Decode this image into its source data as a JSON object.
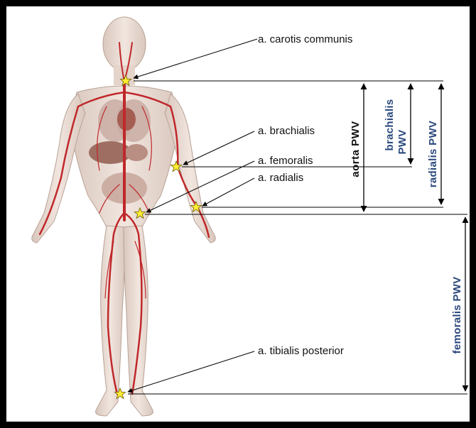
{
  "labels": {
    "carotis": "a. carotis communis",
    "brachialis": "a. brachialis",
    "femoralis": "a. femoralis",
    "radialis": "a. radialis",
    "tibialis": "a. tibialis posterior"
  },
  "measures": {
    "aorta": "aorta PWV",
    "brachialis_line1": "brachialis",
    "brachialis_line2": "PWV",
    "radialis": "radialis PWV",
    "femoralis": "femoralis PWV"
  },
  "colors": {
    "frame": "#000000",
    "artery": "#c0282b",
    "skin": "#e9dbd3",
    "star": "#ffee33",
    "pwv_blue": "#2c4a7e"
  },
  "icons": {
    "site_marker": "star-icon"
  }
}
